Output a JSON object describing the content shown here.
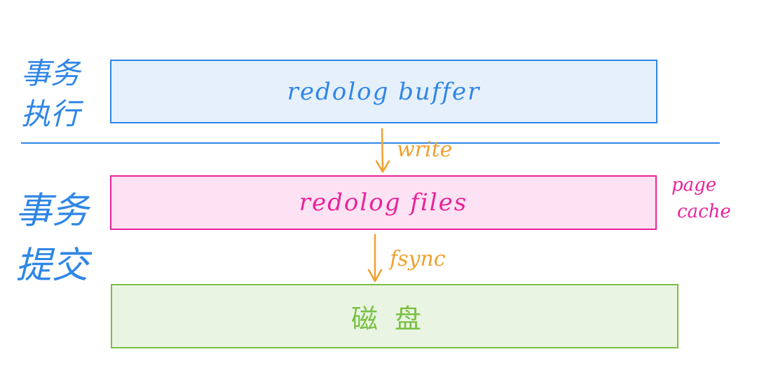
{
  "side_labels": {
    "top": "事务\n执行",
    "bottom": "事务\n提交"
  },
  "boxes": {
    "buffer": "redolog buffer",
    "files": "redolog files",
    "disk": "磁盘"
  },
  "arrows": {
    "write": "write",
    "fsync": "fsync"
  },
  "annotation": {
    "page_cache_line1": "page",
    "page_cache_line2": "cache"
  },
  "colors": {
    "blue": "#2f86e6",
    "pink": "#e8239a",
    "green": "#79c044",
    "orange": "#f0a030"
  }
}
